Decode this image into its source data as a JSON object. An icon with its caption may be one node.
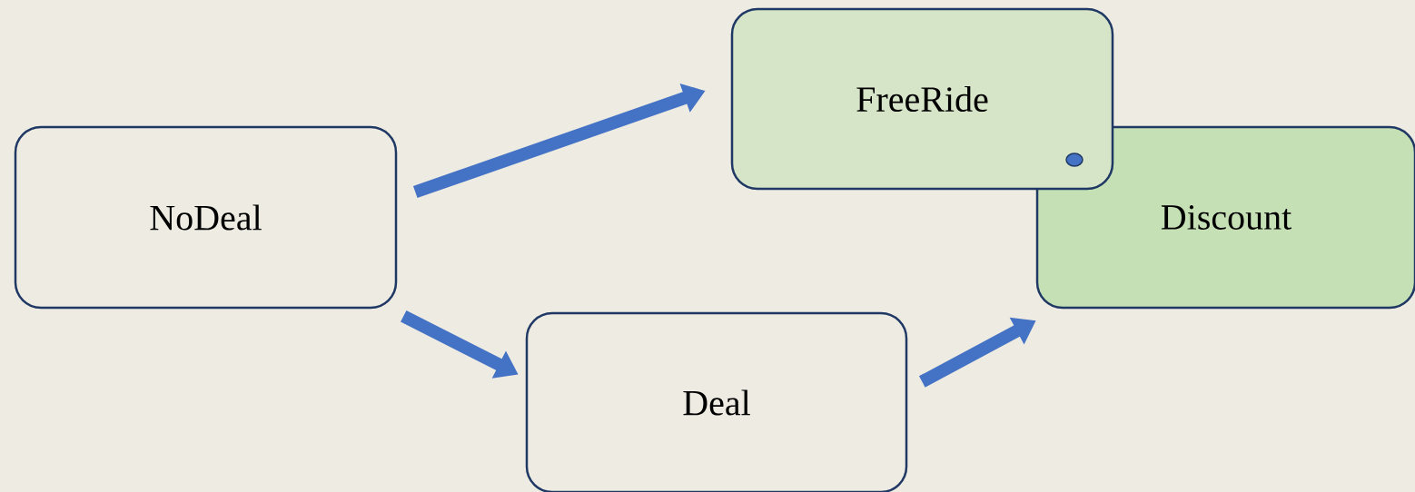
{
  "diagram": {
    "nodes": [
      {
        "text": [
          "NoDeal"
        ]
      },
      {
        "text": [
          "FreeRide"
        ]
      },
      {
        "text": [
          "Discount"
        ]
      },
      {
        "text": [
          "Deal"
        ]
      }
    ],
    "edges": [
      {
        "from": 0,
        "to": 1,
        "arrow": "to"
      },
      {
        "from": 0,
        "to": 3,
        "arrow": "to"
      },
      {
        "from": 3,
        "to": 2,
        "arrow": "to"
      }
    ]
  }
}
